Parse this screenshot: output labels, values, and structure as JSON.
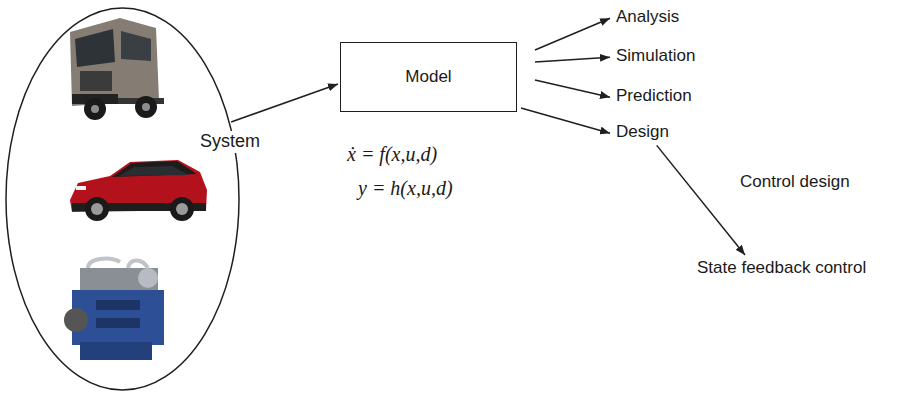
{
  "diagram": {
    "nodes": [
      {
        "text": [
          "System"
        ]
      },
      {
        "text": [
          "Model"
        ]
      },
      {
        "text": [
          "Analysis"
        ]
      },
      {
        "text": [
          "Simulation"
        ]
      },
      {
        "text": [
          "Prediction"
        ]
      },
      {
        "text": [
          "Design"
        ]
      },
      {
        "text": [
          "State feedback control"
        ]
      }
    ],
    "edges": [
      {
        "from": 0,
        "to": 1,
        "arrow": "to"
      },
      {
        "from": 1,
        "to": 2,
        "arrow": "to"
      },
      {
        "from": 1,
        "to": 3,
        "arrow": "to"
      },
      {
        "from": 1,
        "to": 4,
        "arrow": "to"
      },
      {
        "from": 1,
        "to": 5,
        "arrow": "to"
      },
      {
        "from": 5,
        "to": 6,
        "label": "Control design",
        "arrow": "to"
      }
    ],
    "labels": [
      "ẋ = f(x,u,d)",
      "y = h(x,u,d)"
    ]
  }
}
